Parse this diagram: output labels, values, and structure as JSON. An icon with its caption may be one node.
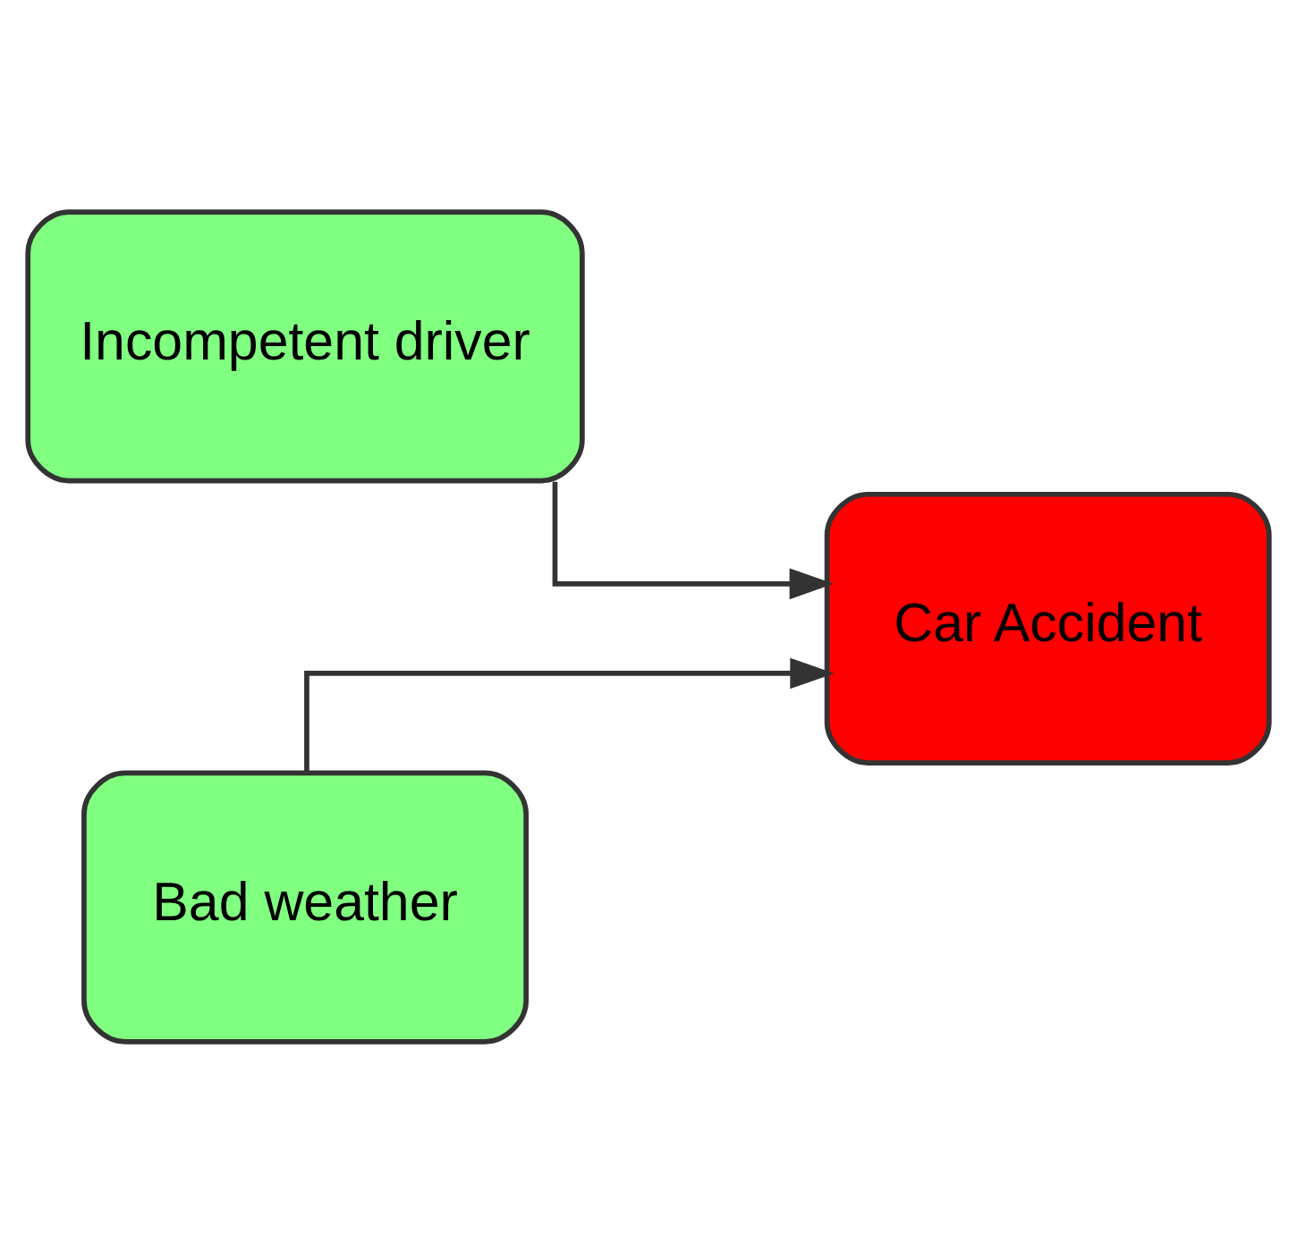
{
  "diagram": {
    "nodes": [
      {
        "text": [
          "Incompetent driver"
        ]
      },
      {
        "text": [
          "Bad weather"
        ]
      },
      {
        "text": [
          "Car Accident"
        ]
      }
    ],
    "edges": [
      {
        "from": 0,
        "to": 2,
        "arrow": "to"
      },
      {
        "from": 1,
        "to": 2,
        "arrow": "to"
      }
    ]
  }
}
